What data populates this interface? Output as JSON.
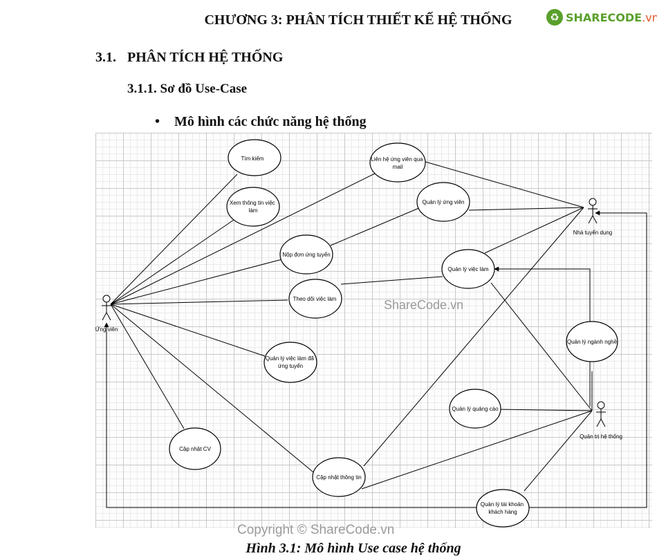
{
  "header": {
    "chapter_title": "CHƯƠNG 3: PHÂN TÍCH THIẾT KẾ HỆ THỐNG",
    "logo_brand": "SHARECODE",
    "logo_tld": ".vn"
  },
  "sections": {
    "h1_number": "3.1.",
    "h1_title": "PHÂN TÍCH HỆ THỐNG",
    "h2": "3.1.1. Sơ đồ Use-Case",
    "bullet_symbol": "•",
    "bullet_text": "Mô hình các chức năng hệ thống"
  },
  "diagram": {
    "actors": {
      "candidate": "Ứng viên",
      "recruiter": "Nhà tuyển dụng",
      "admin": "Quản trị hệ thống"
    },
    "use_cases": {
      "tim_kiem": [
        "Tìm kiếm"
      ],
      "xem_tt": [
        "Xem thông tin việc",
        "làm"
      ],
      "lien_he": [
        "Liên hệ ứng viên qua",
        "mail"
      ],
      "ql_ung_vien": [
        "Quản lý ứng viên"
      ],
      "nop_don": [
        "Nộp đơn ứng tuyển"
      ],
      "ql_viec_lam": [
        "Quản lý việc làm"
      ],
      "theo_doi": [
        "Theo dõi việc làm"
      ],
      "ql_vl_ung_tuyen": [
        "Quản lý việc làm đã",
        "ứng tuyển"
      ],
      "ql_nganh_nghe": [
        "Quản lý ngành nghề"
      ],
      "ql_quang_cao": [
        "Quản lý quảng cáo"
      ],
      "cap_nhat_cv": [
        "Cập nhật CV"
      ],
      "cap_nhat_tt": [
        "Cập nhật thông tin"
      ],
      "ql_tai_khoan": [
        "Quản lý tài khoản",
        "khách hàng"
      ]
    }
  },
  "watermarks": {
    "center": "ShareCode.vn",
    "bottom": "Copyright © ShareCode.vn"
  },
  "caption": "Hình 3.1: Mô hình Use case hệ thống"
}
